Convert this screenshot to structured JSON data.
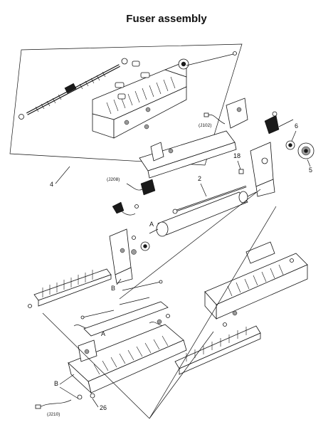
{
  "title": "Fuser assembly",
  "callouts": {
    "c4": "4",
    "c2": "2",
    "c18": "18",
    "c6": "6",
    "c5": "5",
    "c26": "26",
    "a_top": "A",
    "a_bottom": "A",
    "b_top": "B",
    "b_bottom": "B"
  },
  "connectors": {
    "j102": "(J102)",
    "j208": "(J208)",
    "j210": "(J210)"
  }
}
